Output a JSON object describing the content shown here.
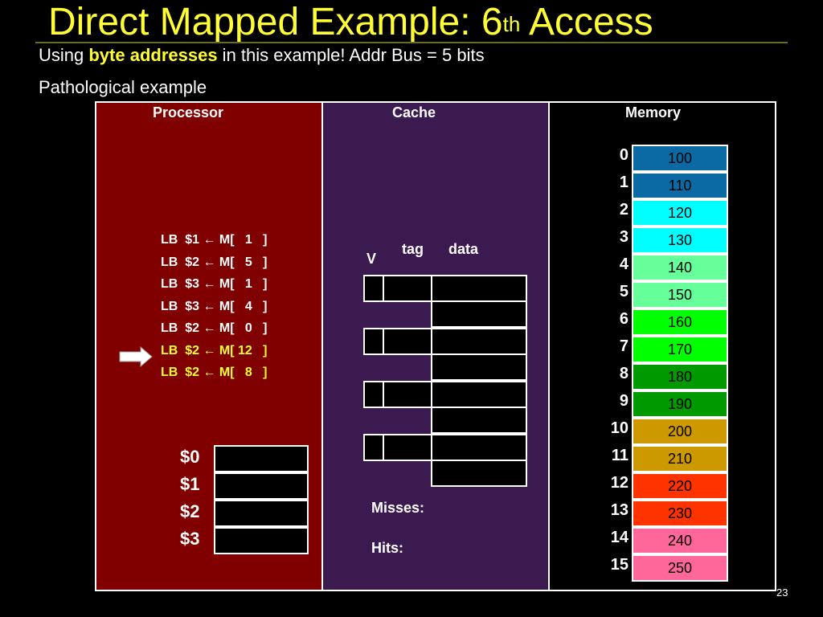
{
  "slide": {
    "title_main": "Direct Mapped Example: 6",
    "title_sup": "th",
    "title_end": " Access",
    "subtitle_pre": "Using ",
    "subtitle_bold": "byte addresses",
    "subtitle_post": " in this example! Addr Bus = 5 bits",
    "subtitle2": "Pathological example",
    "page_number": "23"
  },
  "processor": {
    "heading": "Processor",
    "instructions": [
      {
        "text": "LB  $1 ← M[   1   ]",
        "state": "done"
      },
      {
        "text": "LB  $2 ← M[   5   ]",
        "state": "done"
      },
      {
        "text": "LB  $3 ← M[   1   ]",
        "state": "done"
      },
      {
        "text": "LB  $3 ← M[   4   ]",
        "state": "done"
      },
      {
        "text": "LB  $2 ← M[   0   ]",
        "state": "done"
      },
      {
        "text": "LB  $2 ← M[ 12   ]",
        "state": "current"
      },
      {
        "text": "LB  $2 ← M[   8   ]",
        "state": "pending"
      }
    ],
    "current_arrow_icon": "right-arrow-icon",
    "registers": [
      "$0",
      "$1",
      "$2",
      "$3"
    ]
  },
  "cache": {
    "heading": "Cache",
    "col_v": "V",
    "col_tag": "tag",
    "col_data": "data",
    "lines": 4,
    "misses_label": "Misses:",
    "hits_label": "Hits:"
  },
  "memory": {
    "heading": "Memory",
    "cells": [
      {
        "addr": "0",
        "value": "100",
        "color": "#0b6aa3"
      },
      {
        "addr": "1",
        "value": "110",
        "color": "#0b6aa3"
      },
      {
        "addr": "2",
        "value": "120",
        "color": "#00ffff"
      },
      {
        "addr": "3",
        "value": "130",
        "color": "#00ffff"
      },
      {
        "addr": "4",
        "value": "140",
        "color": "#66ff99"
      },
      {
        "addr": "5",
        "value": "150",
        "color": "#66ff99"
      },
      {
        "addr": "6",
        "value": "160",
        "color": "#00ff00"
      },
      {
        "addr": "7",
        "value": "170",
        "color": "#00ff00"
      },
      {
        "addr": "8",
        "value": "180",
        "color": "#009900"
      },
      {
        "addr": "9",
        "value": "190",
        "color": "#009900"
      },
      {
        "addr": "10",
        "value": "200",
        "color": "#cc9900"
      },
      {
        "addr": "11",
        "value": "210",
        "color": "#cc9900"
      },
      {
        "addr": "12",
        "value": "220",
        "color": "#ff3300"
      },
      {
        "addr": "13",
        "value": "230",
        "color": "#ff3300"
      },
      {
        "addr": "14",
        "value": "240",
        "color": "#ff6699"
      },
      {
        "addr": "15",
        "value": "250",
        "color": "#ff6699"
      }
    ]
  }
}
